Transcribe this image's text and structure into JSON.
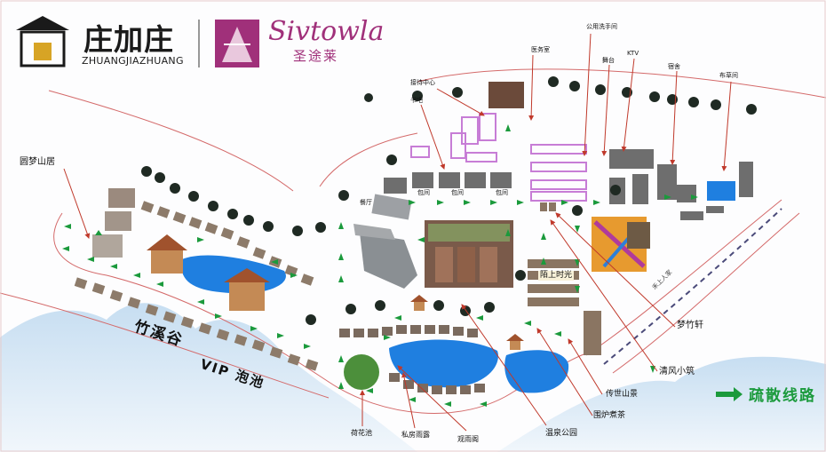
{
  "brand": {
    "name_cn": "庄加庄",
    "name_en": "ZHUANGJIAZHUANG",
    "partner_script": "Sivtowla",
    "partner_cn": "圣途莱"
  },
  "labels": {
    "yuanmeng": "圆梦山居",
    "zhuxigu": "竹溪谷",
    "vip": "VIP 泡池",
    "jiedai": "接待中心",
    "shuba": "书吧",
    "yiwushi": "医务室",
    "gongyong": "公用洗手间",
    "wutai": "舞台",
    "ktv": "KTV",
    "sushe": "宿舍",
    "bucaojian": "布草间",
    "canting": "餐厅",
    "baojian1": "包间",
    "baojian2": "包间",
    "baojian3": "包间",
    "poshang": "陌上时光",
    "mengzhu": "梦竹轩",
    "qingfeng": "清风小筑",
    "chuanshi": "传世山景",
    "weilu": "围炉煮茶",
    "wenquan": "温泉公园",
    "guanyu": "观雨阁",
    "sifang": "私房雨露",
    "hehua": "荷花池",
    "road": "禾上人家"
  },
  "legend": {
    "label": "疏散线路",
    "color": "#1b9a3c"
  },
  "colors": {
    "water": "#1f7fe0",
    "arrow": "#1b9a3c",
    "leader": "#c0392b",
    "pergola": "#c77dd6",
    "tree": "#1f2a23",
    "mountain": "#c9dff0"
  }
}
